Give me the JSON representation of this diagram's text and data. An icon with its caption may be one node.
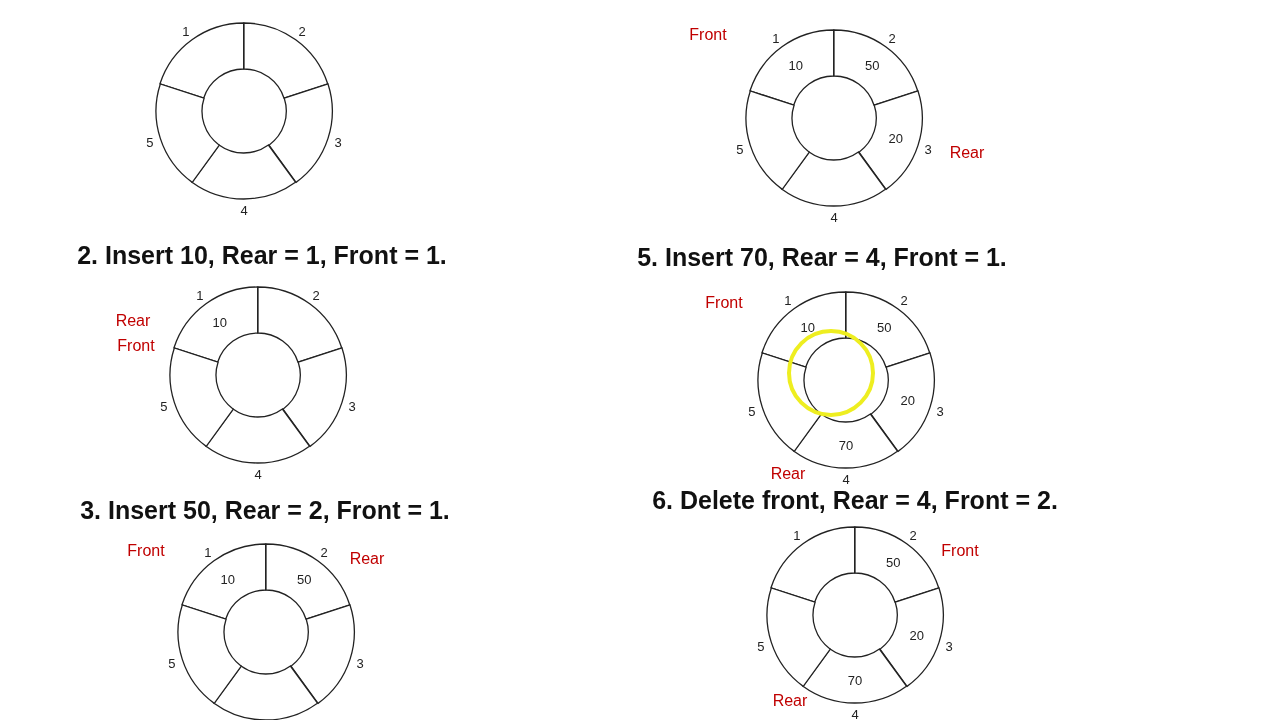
{
  "diagram": {
    "nodes": [
      {
        "text": [],
        "shape": "ring"
      },
      {
        "text": [],
        "shape": "sector",
        "in": 0,
        "beside": [
          "1"
        ]
      },
      {
        "text": [],
        "shape": "sector",
        "in": 0,
        "beside": [
          "2"
        ]
      },
      {
        "text": [],
        "shape": "sector",
        "in": 0,
        "beside": [
          "3"
        ]
      },
      {
        "text": [],
        "shape": "sector",
        "in": 0,
        "beside": [
          "4"
        ]
      },
      {
        "text": [],
        "shape": "sector",
        "in": 0,
        "beside": [
          "5"
        ]
      },
      {
        "text": [
          "2. Insert 10, Rear = 1, Front = 1."
        ]
      },
      {
        "text": [
          "10"
        ],
        "in": 6,
        "beside": [
          "1",
          "Rear",
          "Front"
        ]
      },
      {
        "text": [],
        "shape": "sector",
        "in": 6,
        "beside": [
          "2"
        ]
      },
      {
        "text": [],
        "shape": "sector",
        "in": 6,
        "beside": [
          "3"
        ]
      },
      {
        "text": [],
        "shape": "sector",
        "in": 6,
        "beside": [
          "4"
        ]
      },
      {
        "text": [],
        "shape": "sector",
        "in": 6,
        "beside": [
          "5"
        ]
      },
      {
        "text": [
          "3. Insert 50, Rear = 2, Front = 1."
        ]
      },
      {
        "text": [
          "10"
        ],
        "in": 12,
        "beside": [
          "Front",
          "1"
        ]
      },
      {
        "text": [
          "50"
        ],
        "in": 12,
        "beside": [
          "2",
          "Rear"
        ]
      },
      {
        "text": [],
        "shape": "sector",
        "in": 12,
        "beside": [
          "3"
        ]
      },
      {
        "text": [],
        "shape": "sector",
        "in": 12
      },
      {
        "text": [],
        "shape": "sector",
        "in": 12,
        "beside": [
          "5"
        ]
      },
      {
        "text": [],
        "shape": "ring"
      },
      {
        "text": [
          "10"
        ],
        "in": 18,
        "beside": [
          "Front",
          "1"
        ]
      },
      {
        "text": [
          "50"
        ],
        "in": 18,
        "beside": [
          "2"
        ]
      },
      {
        "text": [
          "20"
        ],
        "in": 18,
        "beside": [
          "Rear",
          "3"
        ]
      },
      {
        "text": [],
        "shape": "sector",
        "in": 18,
        "beside": [
          "4"
        ]
      },
      {
        "text": [],
        "shape": "sector",
        "in": 18,
        "beside": [
          "5"
        ]
      },
      {
        "text": [
          "5. Insert 70, Rear = 4, Front = 1."
        ]
      },
      {
        "text": [
          "10"
        ],
        "in": 24,
        "beside": [
          "Front",
          "1"
        ]
      },
      {
        "text": [
          "50"
        ],
        "in": 24,
        "beside": [
          "2"
        ]
      },
      {
        "text": [
          "20"
        ],
        "in": 24,
        "beside": [
          "3"
        ]
      },
      {
        "text": [
          "70"
        ],
        "in": 24,
        "beside": [
          "Rear",
          "4"
        ]
      },
      {
        "text": [],
        "shape": "sector",
        "in": 24,
        "beside": [
          "5"
        ]
      },
      {
        "text": [
          "6. Delete front, Rear = 4, Front = 2."
        ]
      },
      {
        "text": [],
        "shape": "sector",
        "in": 30,
        "beside": [
          "1"
        ]
      },
      {
        "text": [
          "50"
        ],
        "in": 30,
        "beside": [
          "2",
          "Front"
        ]
      },
      {
        "text": [
          "20"
        ],
        "in": 30,
        "beside": [
          "3"
        ]
      },
      {
        "text": [
          "70"
        ],
        "in": 30,
        "beside": [
          "Rear",
          "4"
        ]
      },
      {
        "text": [],
        "shape": "sector",
        "in": 30,
        "beside": [
          "5"
        ]
      }
    ],
    "edges": []
  }
}
